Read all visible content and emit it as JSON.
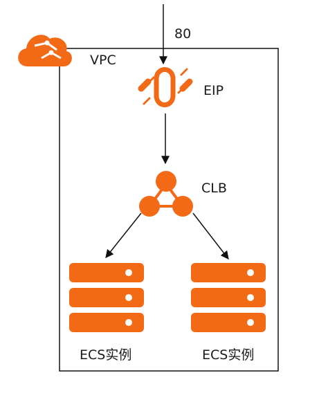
{
  "diagram": {
    "port": "80",
    "vpc": "VPC",
    "eip": "EIP",
    "clb": "CLB",
    "ecs_left": "ECS实例",
    "ecs_right": "ECS实例"
  },
  "colors": {
    "accent": "#f26a16",
    "line": "#111111",
    "text": "#1a1a1a"
  },
  "icons": {
    "cloud": "alibaba-cloud-icon",
    "eip": "elastic-ip-plug-icon",
    "clb": "load-balancer-triangle-icon",
    "server": "ecs-server-rack-icon"
  }
}
